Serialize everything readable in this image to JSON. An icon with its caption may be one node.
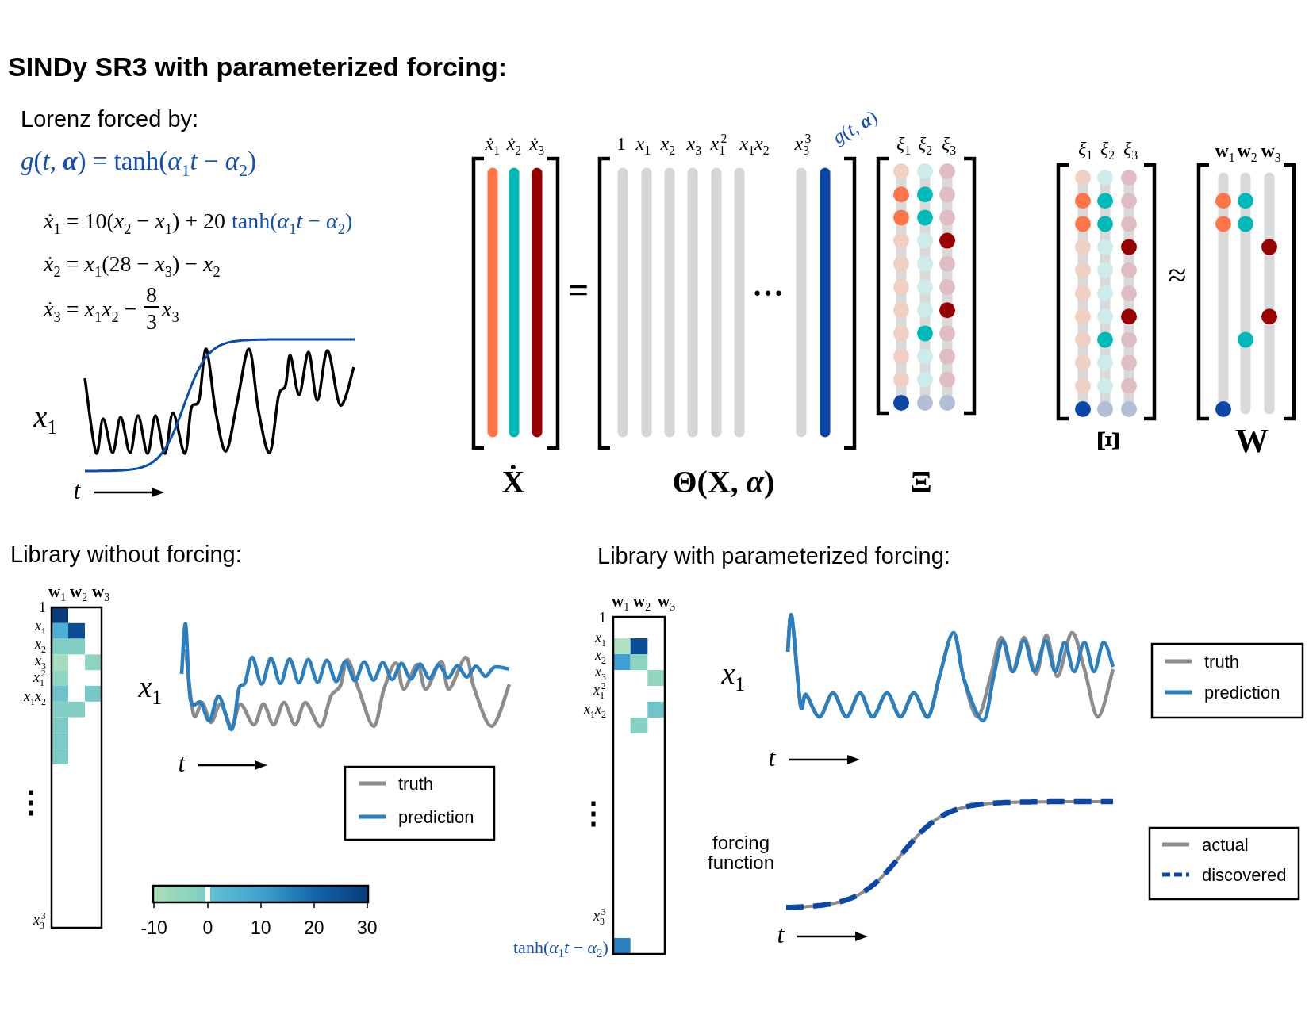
{
  "diagram": {
    "title": "SINDy SR3 with parameterized forcing:",
    "labels": [
      "Lorenz forced by:",
      "*g*(*t*, **α**) = tanh(*α*$_{1}$*t* − *α*$_{2}$)",
      "*ẋ*$_{1}$ = 10(*x*$_{2}$ − *x*$_{1}$) + 20",
      "tanh(*α*$_{1}$*t* − *α*$_{2}$)",
      "*ẋ*$_{2}$ = *x*$_{1}$(28 − *x*$_{3}$) − *x*$_{2}$",
      "*ẋ*$_{3}$ = *x*$_{1}$*x*$_{2}$ −",
      "8",
      "3",
      "*x*$_{3}$",
      "*x*$_{1}$",
      "t",
      "*ẋ*$_{1}$",
      "*ẋ*$_{2}$",
      "*ẋ*$_{3}$",
      "1",
      "*x*$_{1}$",
      "*x*$_{2}$",
      "*x*$_{3}$",
      "*x*$_{1}$$^{2}$",
      "*x*$_{1}$*x*$_{2}$",
      "*x*$_{3}$$^{3}$",
      "*g*(*t*, **α**)",
      "*ξ*$_{1}$",
      "*ξ*$_{2}$",
      "*ξ*$_{3}$",
      "=",
      "…",
      "Ẋ",
      "Θ(X, *α*)",
      "Ξ",
      "*ξ*$_{1}$",
      "*ξ*$_{2}$",
      "*ξ*$_{3}$",
      "≈",
      "**w**$_{1}$",
      "**w**$_{2}$",
      "**w**$_{3}$",
      "Ξ",
      "W",
      "Library without forcing:",
      "**w**$_{1}$",
      "**w**$_{2}$",
      "**w**$_{3}$",
      "1",
      "*x*$_{1}$",
      "*x*$_{2}$",
      "*x*$_{3}$",
      "*x*$_{1}$$^{2}$",
      "*x*$_{1}$*x*$_{2}$",
      "⋮",
      "*x*$_{3}$$^{3}$",
      "*x*$_{1}$",
      "t",
      "-10",
      "0",
      "10",
      "20",
      "30",
      "Library with parameterized forcing:",
      "**w**$_{1}$",
      "**w**$_{2}$",
      "**w**$_{3}$",
      "1",
      "*x*$_{1}$",
      "*x*$_{2}$",
      "*x*$_{3}$",
      "*x*$_{1}$$^{2}$",
      "*x*$_{1}$*x*$_{2}$",
      "⋮",
      "*x*$_{3}$$^{3}$",
      "tanh(*α*$_{1}$*t* − *α*$_{2}$)",
      "*x*$_{1}$",
      "t",
      "forcing function",
      "t"
    ],
    "legend": [
      {
        "text": "truth"
      },
      {
        "text": "prediction"
      },
      {
        "text": "truth"
      },
      {
        "text": "prediction"
      },
      {
        "text": "actual"
      },
      {
        "text": "discovered"
      }
    ]
  }
}
